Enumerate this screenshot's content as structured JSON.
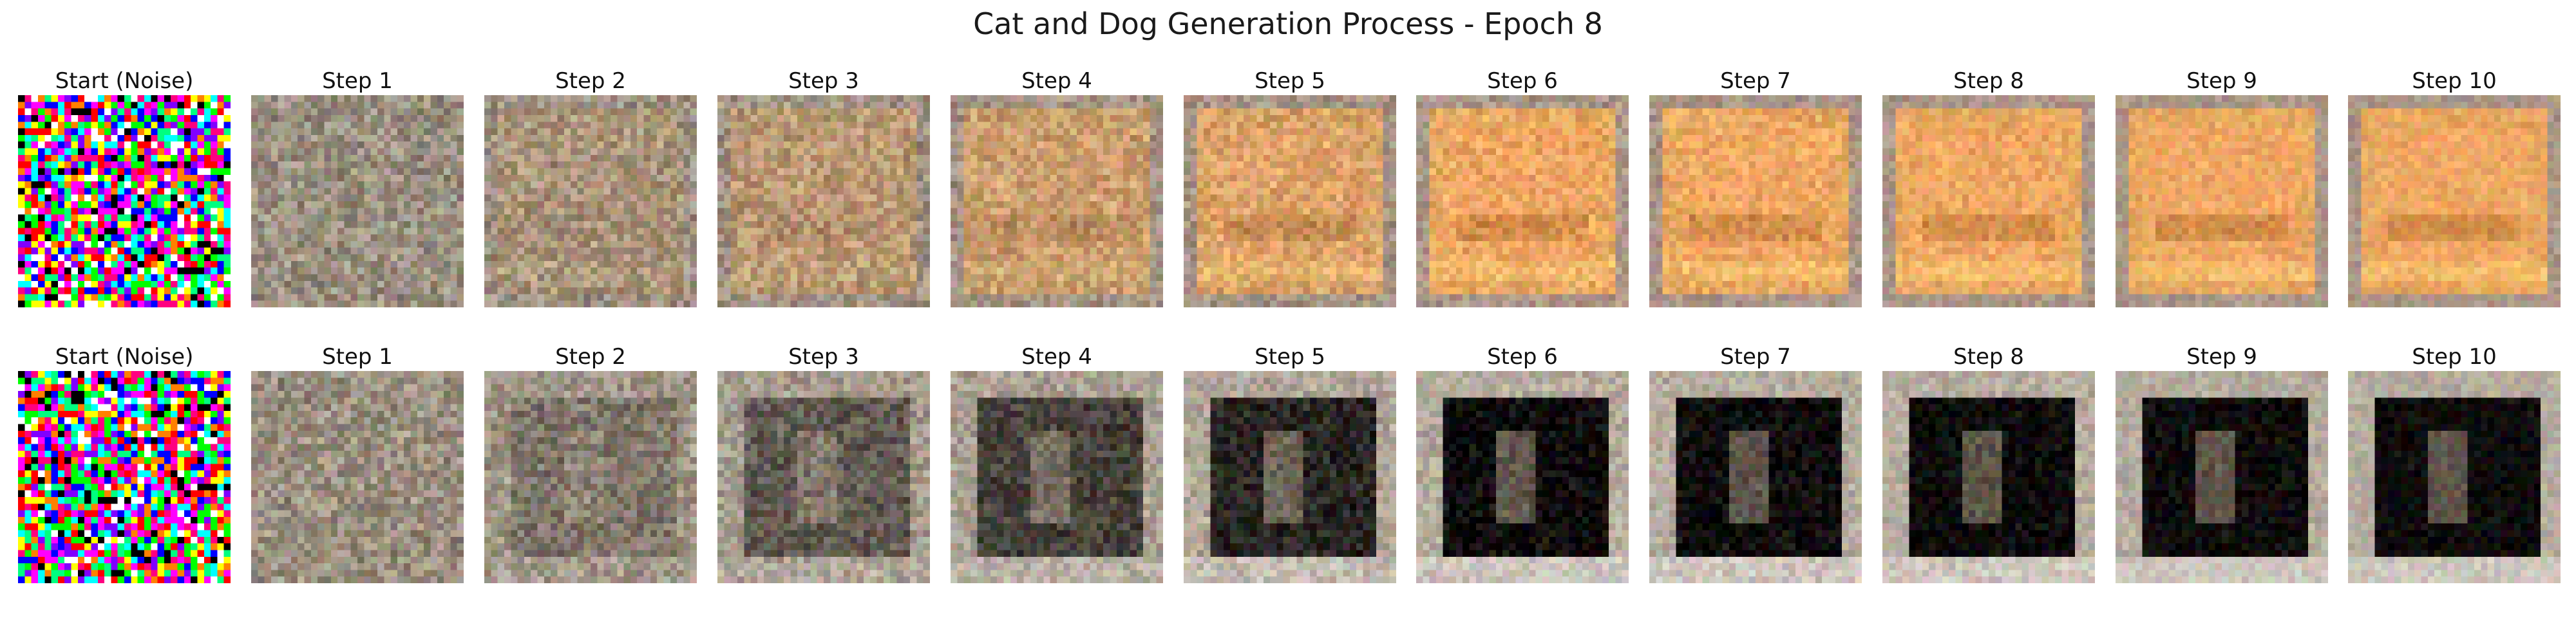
{
  "figure": {
    "title": "Cat and Dog Generation Process - Epoch 8"
  },
  "rows": [
    {
      "theme": "orange",
      "titles": [
        "Start (Noise)",
        "Step 1",
        "Step 2",
        "Step 3",
        "Step 4",
        "Step 5",
        "Step 6",
        "Step 7",
        "Step 8",
        "Step 9",
        "Step 10"
      ]
    },
    {
      "theme": "dark",
      "titles": [
        "Start (Noise)",
        "Step 1",
        "Step 2",
        "Step 3",
        "Step 4",
        "Step 5",
        "Step 6",
        "Step 7",
        "Step 8",
        "Step 9",
        "Step 10"
      ]
    }
  ],
  "colors": {
    "noise_palette": [
      "#ff0000",
      "#00ff00",
      "#0000ff",
      "#ffff00",
      "#ff00ff",
      "#00ffff",
      "#ffffff",
      "#000000",
      "#ff8000",
      "#8000ff",
      "#00ff80",
      "#ff0080"
    ],
    "haze": "#9a8f80",
    "orange_frame": "#e7a860",
    "orange_inner": "#f0a864",
    "orange_shadow": "#a05a1c",
    "dark_bg": "#b5ab9e",
    "dark_square": "#0e0c0c"
  }
}
